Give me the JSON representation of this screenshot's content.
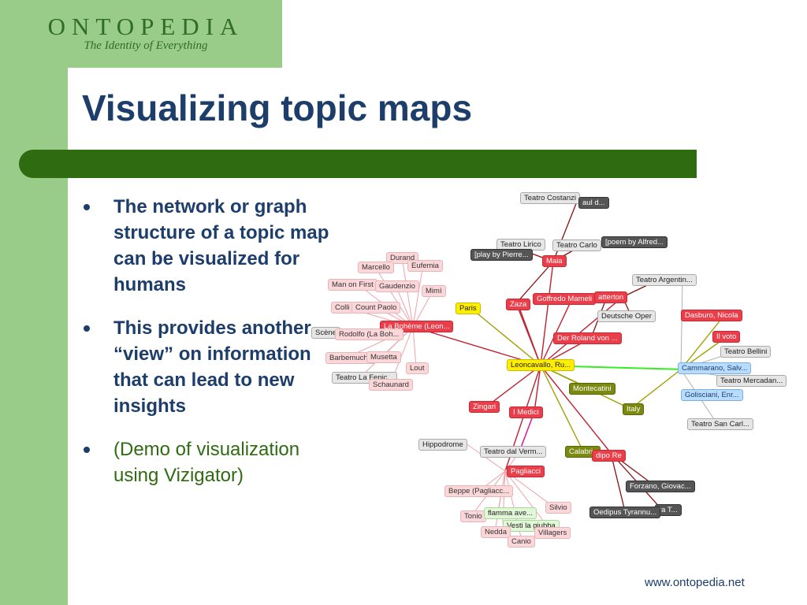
{
  "brand": {
    "name": "ONTOPEDIA",
    "tagline": "The Identity of Everything"
  },
  "slide": {
    "title": "Visualizing topic maps",
    "bullets": [
      "The network or graph structure of a topic map can be visualized for humans",
      "This provides another “view” on information that can lead to new insights",
      "(Demo of visualization using Vizigator)"
    ]
  },
  "graph": {
    "center": "Leoncavallo, Ru...",
    "nodes": [
      "Teatro Costanzi",
      "aul d...",
      "Teatro Lirico",
      "[play by Pierre...",
      "Teatro Carlo",
      "[poem by Alfred...",
      "Durand",
      "Eufemia",
      "Marcello",
      "Man on First",
      "Gaudenzio",
      "Mimì",
      "Colli",
      "Count Paolo",
      "La Bohème (Leon...",
      "Scène",
      "Rodolfo (La Boh...",
      "Barbemuche",
      "Musetta",
      "Lout",
      "Teatro La Fenic...",
      "Schaunard",
      "Maia",
      "Paris",
      "Zaza",
      "Goffredo Mameli",
      "atterton",
      "Teatro Argentin...",
      "Deutsche Oper",
      "Der Roland von ...",
      "Dasburo, Nicola",
      "Il voto",
      "Teatro Bellini",
      "Cammarano, Salv...",
      "Teatro Mercadan...",
      "Montecatini",
      "Golisciani, Enr...",
      "Zingari",
      "I Medici",
      "Italy",
      "Teatro San Carl...",
      "Hippodrome",
      "Teatro dal Verm...",
      "Calabria",
      "dipo Re",
      "Pagliacci",
      "Beppe (Pagliacc...",
      "Forzano, Giovac...",
      "Silvio",
      "Tonio",
      "flamma ave...",
      "ra T...",
      "Oedipus Tyrannu...",
      "Vesti la giubba",
      "Nedda",
      "Villagers",
      "Canio"
    ]
  },
  "footer": {
    "url": "www.ontopedia.net"
  }
}
